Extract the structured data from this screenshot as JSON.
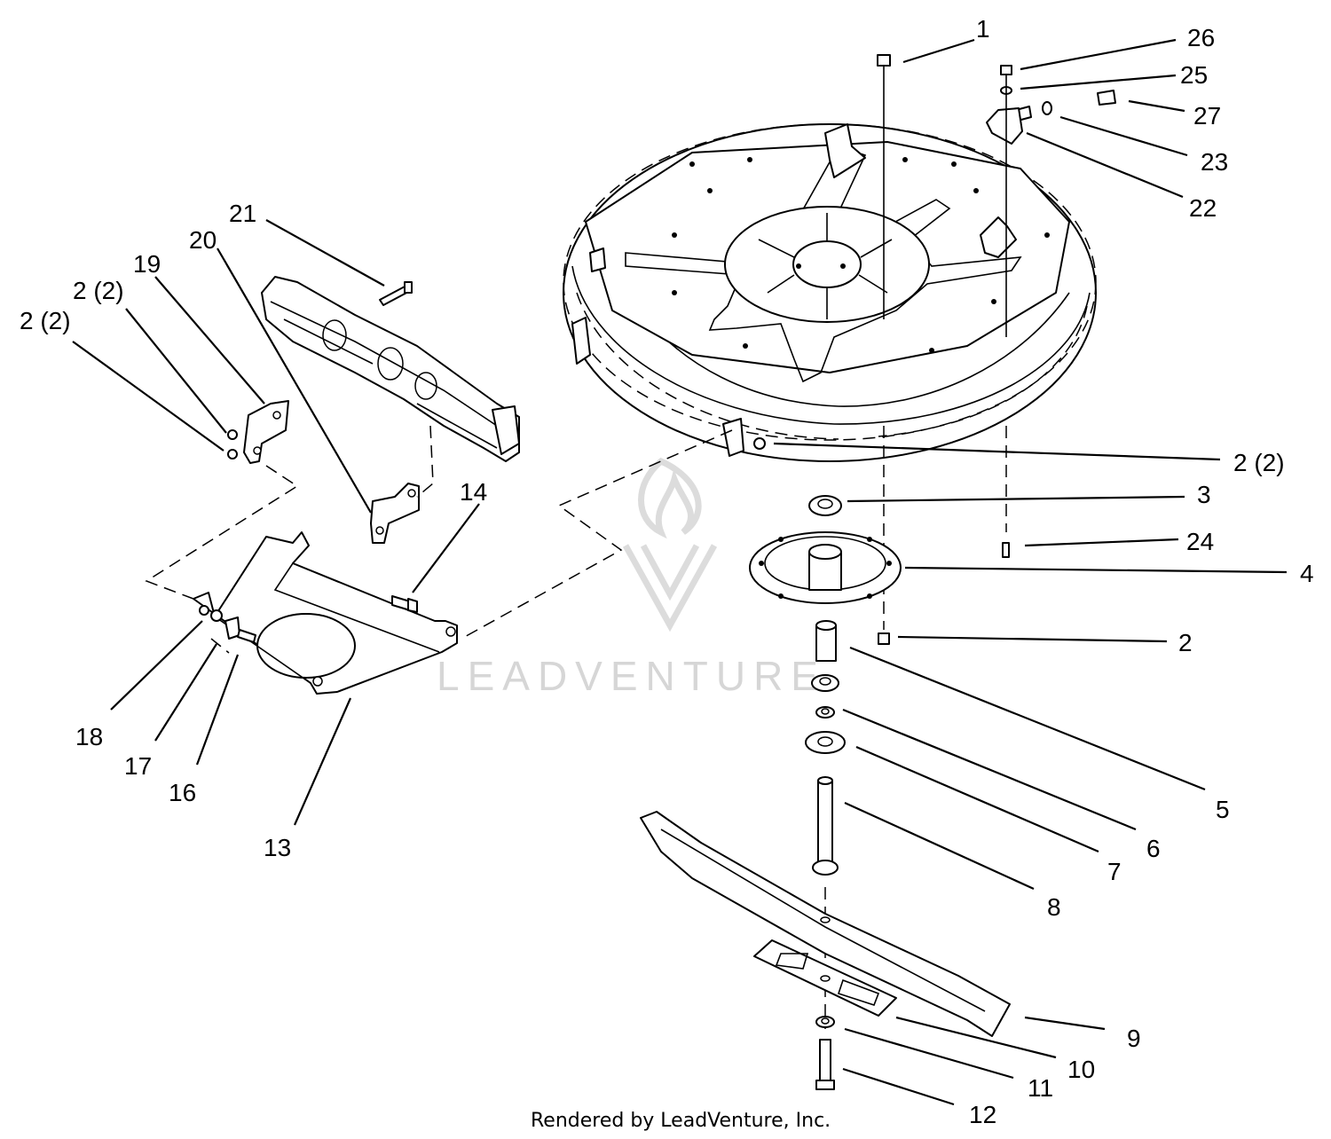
{
  "watermark": {
    "text": "LEADVENTURE"
  },
  "footer": {
    "text": "Rendered by LeadVenture, Inc."
  },
  "callouts": [
    "1",
    "26",
    "25",
    "27",
    "23",
    "22",
    "21",
    "20",
    "19",
    "2 (2)",
    "2 (2)",
    "2 (2)",
    "3",
    "24",
    "4",
    "14",
    "2",
    "18",
    "17",
    "16",
    "13",
    "5",
    "6",
    "7",
    "8",
    "9",
    "10",
    "11",
    "12"
  ]
}
